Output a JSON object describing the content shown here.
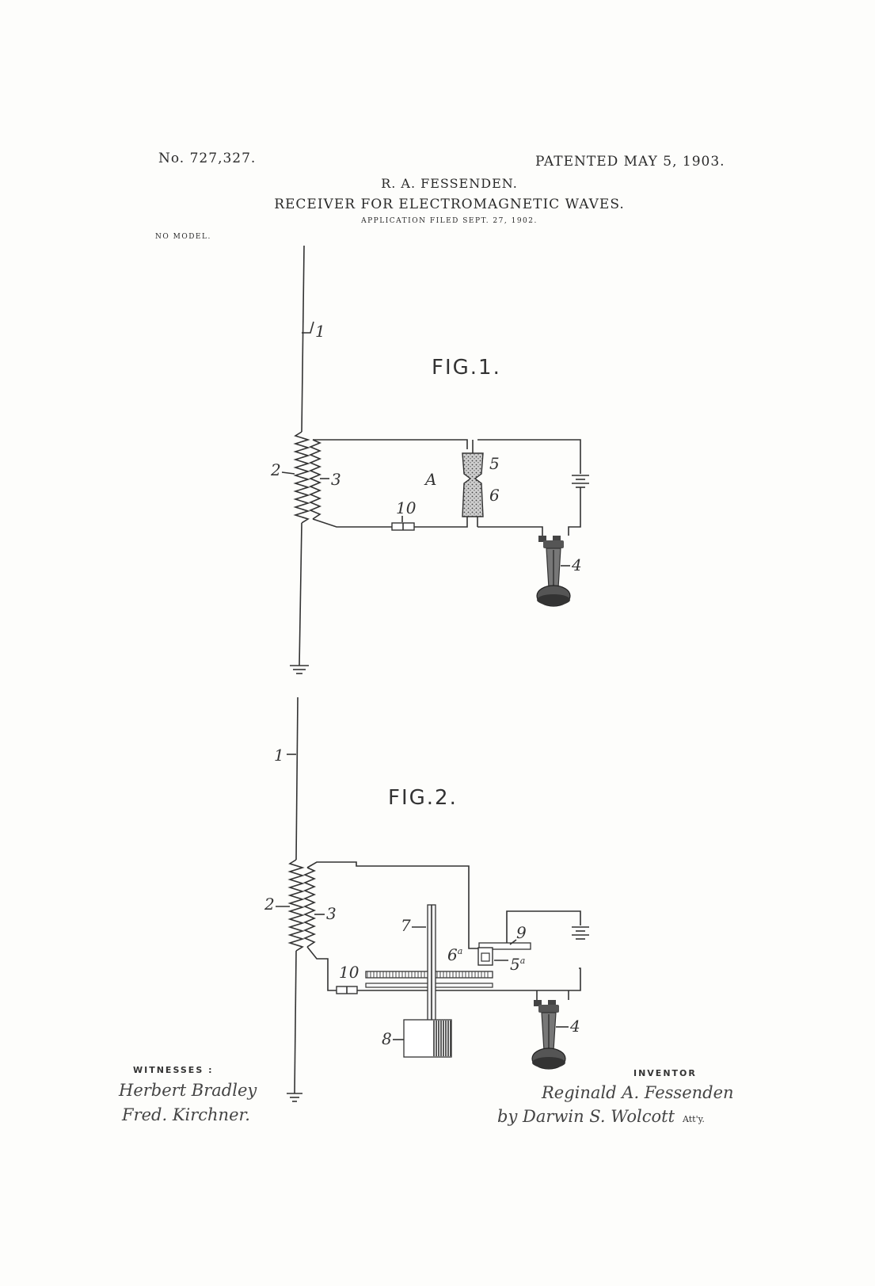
{
  "header": {
    "patent_number": "No. 727,327.",
    "patent_date": "PATENTED MAY 5, 1903.",
    "inventor": "R. A. FESSENDEN.",
    "title": "RECEIVER FOR ELECTROMAGNETIC WAVES.",
    "application_filed": "APPLICATION FILED SEPT. 27, 1902.",
    "model_note": "NO MODEL."
  },
  "fig1": {
    "label": "FIG.1.",
    "refs": {
      "antenna": "1",
      "primary_coil": "2",
      "secondary_coil": "3",
      "receiver": "4",
      "upper_element": "5",
      "lower_element": "6",
      "condenser": "10",
      "junction": "A"
    }
  },
  "fig2": {
    "label": "FIG.2.",
    "refs": {
      "antenna": "1",
      "primary_coil": "2",
      "secondary_coil": "3",
      "receiver": "4",
      "contact_upper": "5",
      "contact_upper_sup": "a",
      "contact_lower": "6",
      "contact_lower_sup": "a",
      "shaft": "7",
      "weight": "8",
      "arm": "9",
      "condenser": "10"
    }
  },
  "footer": {
    "witnesses_label": "WITNESSES :",
    "witness_1": "Herbert Bradley",
    "witness_2": "Fred. Kirchner.",
    "inventor_label": "INVENTOR",
    "inventor_signature": "Reginald A. Fessenden",
    "attorney_signature": "by Darwin S. Wolcott",
    "attorney_abbrev": "Att'y."
  }
}
